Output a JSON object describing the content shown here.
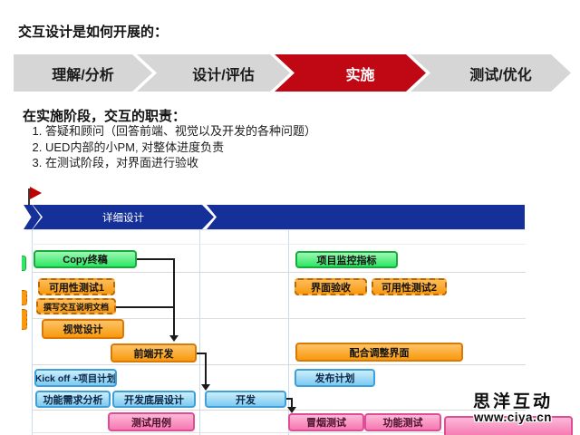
{
  "title": "交互设计是如何开展的：",
  "process": {
    "steps": [
      {
        "label": "理解/分析",
        "active": false
      },
      {
        "label": "设计/评估",
        "active": false
      },
      {
        "label": "实施",
        "active": true
      },
      {
        "label": "测试/优化",
        "active": false
      }
    ],
    "active_step": "实施"
  },
  "responsibilities": {
    "heading": "在实施阶段，交互的职责：",
    "items": [
      "答疑和顾问（回答前端、视觉以及开发的各种问题）",
      "UED内部的小PM, 对整体进度负责",
      "在测试阶段，对界面进行验收"
    ]
  },
  "gantt": {
    "phases": [
      {
        "label": "详细设计"
      },
      {
        "label": ""
      }
    ],
    "tasks": {
      "copy_final": {
        "label": "Copy终稿",
        "type": "green"
      },
      "monitor_metrics": {
        "label": "项目监控指标",
        "type": "green"
      },
      "usability_test_1": {
        "label": "可用性测试1",
        "type": "orange-dashed"
      },
      "ui_acceptance": {
        "label": "界面验收",
        "type": "orange-dashed"
      },
      "usability_test_2": {
        "label": "可用性测试2",
        "type": "orange-dashed"
      },
      "write_spec_doc": {
        "label": "撰写交互说明文档",
        "type": "orange-dashed"
      },
      "visual_design": {
        "label": "视觉设计",
        "type": "orange"
      },
      "frontend_dev": {
        "label": "前端开发",
        "type": "orange"
      },
      "adjust_ui": {
        "label": "配合调整界面",
        "type": "orange"
      },
      "kickoff_plan": {
        "label": "Kick off +项目计划",
        "type": "blue"
      },
      "release_plan": {
        "label": "发布计划",
        "type": "blue"
      },
      "func_req_analysis": {
        "label": "功能需求分析",
        "type": "blue"
      },
      "dev_base_design": {
        "label": "开发底层设计",
        "type": "blue"
      },
      "dev": {
        "label": "开发",
        "type": "blue"
      },
      "test_case": {
        "label": "测试用例",
        "type": "pink"
      },
      "smoke_test": {
        "label": "冒烟测试",
        "type": "pink"
      },
      "func_test": {
        "label": "功能测试",
        "type": "pink"
      }
    }
  },
  "watermark": {
    "brand": "思洋互动",
    "url": "www.ciya.cn"
  },
  "colors": {
    "accent_red": "#c00714",
    "phase_navy": "#16309a",
    "chevron_gray": "#d6d6d6",
    "task_green": "#39e969",
    "task_orange": "#f8990e",
    "task_blue": "#7dcaf2",
    "task_pink": "#f678b2"
  }
}
